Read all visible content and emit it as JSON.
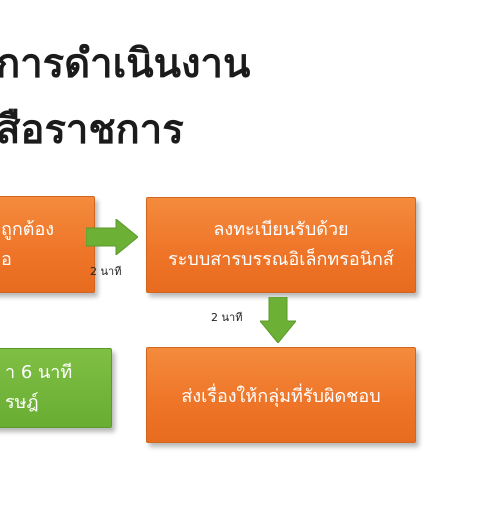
{
  "title": {
    "line1": "การดำเนินงาน",
    "line2": "สือราชการ"
  },
  "boxes": {
    "left_partial": {
      "line1": "ถูกต้อง",
      "line2": "อ"
    },
    "register": {
      "line1": "ลงทะเบียนรับด้วย",
      "line2": "ระบบสารบรรณอิเล็กทรอนิกส์"
    },
    "send": {
      "label": "ส่งเรื่องให้กลุ่มที่รับผิดชอบ"
    },
    "green_partial": {
      "line1": "า 6 นาที",
      "line2": "รษฎ์"
    }
  },
  "arrows": {
    "right_note": "2 นาที",
    "down_note": "2 นาที"
  },
  "colors": {
    "box_orange": "#ee7428",
    "box_green": "#6cb035",
    "arrow_green": "#6cb035"
  }
}
